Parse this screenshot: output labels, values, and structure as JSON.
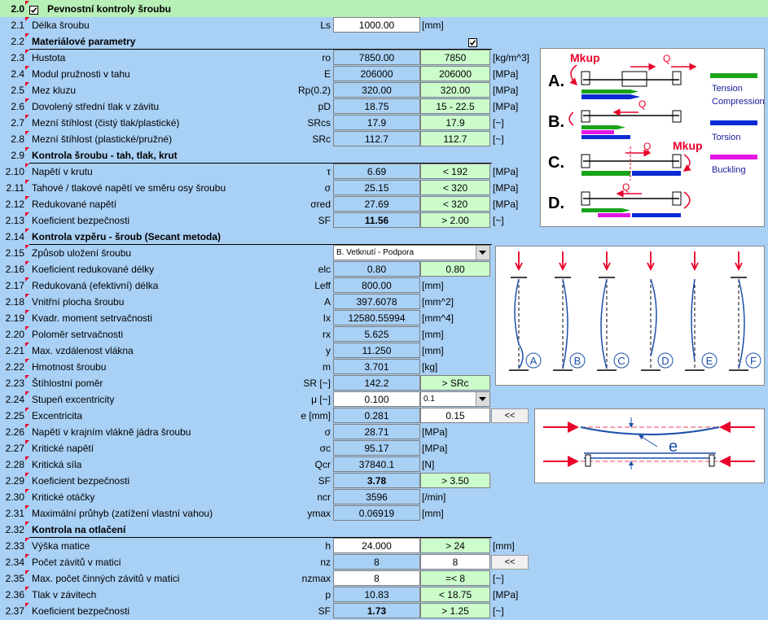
{
  "header": {
    "num": "2.0",
    "title": "Pevnostní kontroly šroubu"
  },
  "rows": [
    {
      "num": "2.1",
      "label": "Délka šroubu",
      "sym": "Ls",
      "v1": "1000.00",
      "v2": "",
      "unit": "[mm]"
    },
    {
      "num": "2.2",
      "label": "Materiálové parametry",
      "sym": "",
      "v1": "",
      "v2": "",
      "unit": ""
    },
    {
      "num": "2.3",
      "label": "Hustota",
      "sym": "ro",
      "v1": "7850.00",
      "v2": "7850",
      "unit": "[kg/m^3]"
    },
    {
      "num": "2.4",
      "label": "Modul pružnosti v tahu",
      "sym": "E",
      "v1": "206000",
      "v2": "206000",
      "unit": "[MPa]"
    },
    {
      "num": "2.5",
      "label": "Mez kluzu",
      "sym": "Rp(0.2)",
      "v1": "320.00",
      "v2": "320.00",
      "unit": "[MPa]"
    },
    {
      "num": "2.6",
      "label": "Dovolený střední tlak v závitu",
      "sym": "pD",
      "v1": "18.75",
      "v2": "15 - 22.5",
      "unit": "[MPa]"
    },
    {
      "num": "2.7",
      "label": "Mezní štíhlost (čistý tlak/plastické)",
      "sym": "SRcs",
      "v1": "17.9",
      "v2": "17.9",
      "unit": "[~]"
    },
    {
      "num": "2.8",
      "label": "Mezní štíhlost (plastické/pružné)",
      "sym": "SRc",
      "v1": "112.7",
      "v2": "112.7",
      "unit": "[~]"
    },
    {
      "num": "2.9",
      "label": "Kontrola šroubu - tah, tlak, krut",
      "sym": "",
      "v1": "",
      "v2": "",
      "unit": ""
    },
    {
      "num": "2.10",
      "label": "Napětí v krutu",
      "sym": "τ",
      "v1": "6.69",
      "v2": "< 192",
      "unit": "[MPa]"
    },
    {
      "num": "2.11",
      "label": "Tahové / tlakové napětí ve směru osy šroubu",
      "sym": "σ",
      "v1": "25.15",
      "v2": "< 320",
      "unit": "[MPa]"
    },
    {
      "num": "2.12",
      "label": "Redukované napětí",
      "sym": "σred",
      "v1": "27.69",
      "v2": "< 320",
      "unit": "[MPa]"
    },
    {
      "num": "2.13",
      "label": "Koeficient bezpečnosti",
      "sym": "SF",
      "v1": "11.56",
      "v2": "> 2.00",
      "unit": "[~]"
    },
    {
      "num": "2.14",
      "label": "Kontrola vzpěru - šroub (Secant metoda)",
      "sym": "",
      "v1": "",
      "v2": "",
      "unit": ""
    },
    {
      "num": "2.15",
      "label": "Způsob uložení šroubu",
      "sym": "",
      "v1": "B. Vetknutí - Podpora",
      "v2": "",
      "unit": ""
    },
    {
      "num": "2.16",
      "label": "Koeficient redukované délky",
      "sym": "elc",
      "v1": "0.80",
      "v2": "0.80",
      "unit": ""
    },
    {
      "num": "2.17",
      "label": "Redukovaná (efektivní) délka",
      "sym": "Leff",
      "v1": "800.00",
      "v2": "",
      "unit": "[mm]"
    },
    {
      "num": "2.18",
      "label": "Vnitřní plocha šroubu",
      "sym": "A",
      "v1": "397.6078",
      "v2": "",
      "unit": "[mm^2]"
    },
    {
      "num": "2.19",
      "label": "Kvadr. moment setrvačnosti",
      "sym": "Ix",
      "v1": "12580.55994",
      "v2": "",
      "unit": "[mm^4]"
    },
    {
      "num": "2.20",
      "label": "Poloměr setrvačnosti",
      "sym": "rx",
      "v1": "5.625",
      "v2": "",
      "unit": "[mm]"
    },
    {
      "num": "2.21",
      "label": "Max. vzdálenost vlákna",
      "sym": "y",
      "v1": "11.250",
      "v2": "",
      "unit": "[mm]"
    },
    {
      "num": "2.22",
      "label": "Hmotnost šroubu",
      "sym": "m",
      "v1": "3.701",
      "v2": "",
      "unit": "[kg]"
    },
    {
      "num": "2.23",
      "label": "Štíhlostní poměr",
      "sym": "SR [~]",
      "v1": "142.2",
      "v2": "> SRc",
      "unit": ""
    },
    {
      "num": "2.24",
      "label": "Stupeň excentricity",
      "sym": "μ [~]",
      "v1": "0.100",
      "v2": "0.1",
      "unit": ""
    },
    {
      "num": "2.25",
      "label": "Excentricita",
      "sym": "e [mm]",
      "v1": "0.281",
      "v2": "0.15",
      "unit": ""
    },
    {
      "num": "2.26",
      "label": "Napětí v krajním vlákně jádra šroubu",
      "sym": "σ",
      "v1": "28.71",
      "v2": "",
      "unit": "[MPa]"
    },
    {
      "num": "2.27",
      "label": "Kritické napětí",
      "sym": "σc",
      "v1": "95.17",
      "v2": "",
      "unit": "[MPa]"
    },
    {
      "num": "2.28",
      "label": "Kritická síla",
      "sym": "Qcr",
      "v1": "37840.1",
      "v2": "",
      "unit": "[N]"
    },
    {
      "num": "2.29",
      "label": "Koeficient bezpečnosti",
      "sym": "SF",
      "v1": "3.78",
      "v2": "> 3.50",
      "unit": ""
    },
    {
      "num": "2.30",
      "label": "Kritické otáčky",
      "sym": "ncr",
      "v1": "3596",
      "v2": "",
      "unit": "[/min]"
    },
    {
      "num": "2.31",
      "label": "Maximální průhyb (zatížení vlastní vahou)",
      "sym": "ymax",
      "v1": "0.06919",
      "v2": "",
      "unit": "[mm]"
    },
    {
      "num": "2.32",
      "label": "Kontrola na otlačení",
      "sym": "",
      "v1": "",
      "v2": "",
      "unit": ""
    },
    {
      "num": "2.33",
      "label": "Výška matice",
      "sym": "h",
      "v1": "24.000",
      "v2": "> 24",
      "unit": "[mm]"
    },
    {
      "num": "2.34",
      "label": "Počet závitů v matici",
      "sym": "nz",
      "v1": "8",
      "v2": "8",
      "unit": ""
    },
    {
      "num": "2.35",
      "label": "Max. počet činných závitů v matici",
      "sym": "nzmax",
      "v1": "8",
      "v2": "=< 8",
      "unit": "[~]"
    },
    {
      "num": "2.36",
      "label": "Tlak v závitech",
      "sym": "p",
      "v1": "10.83",
      "v2": "< 18.75",
      "unit": "[MPa]"
    },
    {
      "num": "2.37",
      "label": "Koeficient bezpečnosti",
      "sym": "SF",
      "v1": "1.73",
      "v2": "> 1.25",
      "unit": "[~]"
    }
  ],
  "buttons": {
    "copy_e": "<<",
    "copy_nz": "<<"
  },
  "diagram1": {
    "case_labels": [
      "A.",
      "B.",
      "C.",
      "D."
    ],
    "moment_label": "Mkup",
    "force_label": "Q",
    "legend": [
      "Tension",
      "Compression",
      "Torsion",
      "Buckling"
    ],
    "colors": {
      "tension": "#19a319",
      "compression": "#0b2bd4",
      "torsion": "#0b2bd4",
      "buckling": "#e316e3",
      "arrow": "#e8002a"
    }
  },
  "diagram2": {
    "case_labels": [
      "A",
      "B",
      "C",
      "D",
      "E",
      "F"
    ]
  },
  "diagram3": {
    "label": "e"
  }
}
